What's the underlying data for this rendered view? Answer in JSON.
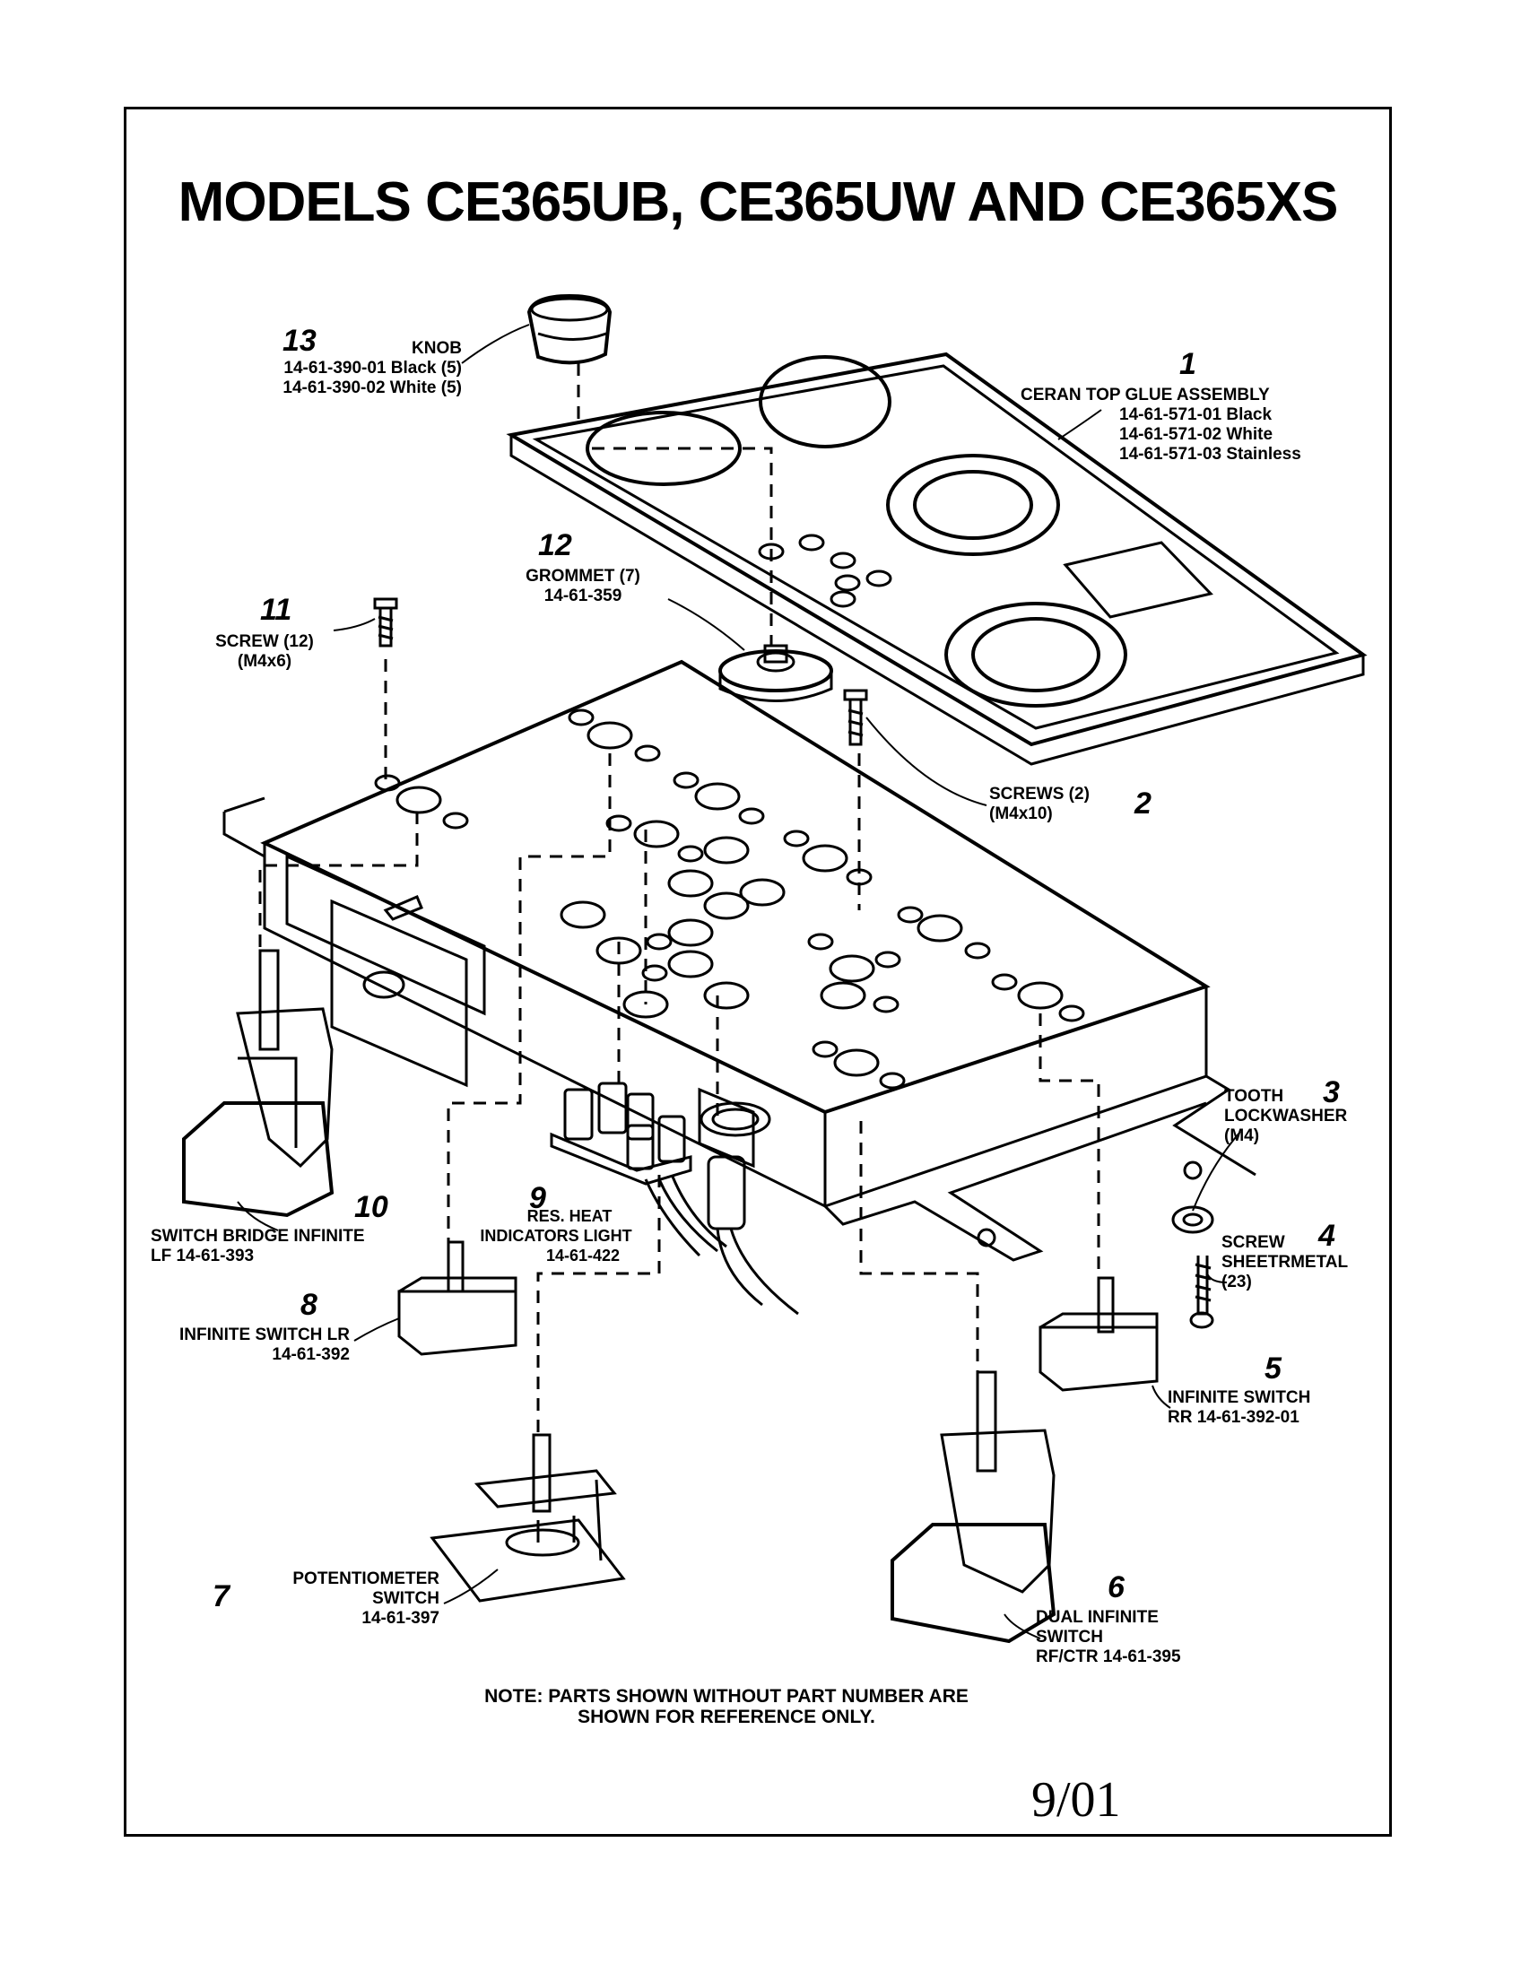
{
  "title": "MODELS CE365UB, CE365UW AND CE365XS",
  "parts": [
    {
      "number": "1",
      "lines": [
        "CERAN TOP GLUE ASSEMBLY",
        "14-61-571-01 Black",
        "14-61-571-02 White",
        "14-61-571-03 Stainless"
      ]
    },
    {
      "number": "2",
      "lines": [
        "SCREWS (2)",
        "(M4x10)"
      ]
    },
    {
      "number": "3",
      "lines": [
        "TOOTH",
        "LOCKWASHER",
        "(M4)"
      ]
    },
    {
      "number": "4",
      "lines": [
        "SCREW",
        "SHEETRMETAL",
        "(23)"
      ]
    },
    {
      "number": "5",
      "lines": [
        "INFINITE SWITCH",
        "RR 14-61-392-01"
      ]
    },
    {
      "number": "6",
      "lines": [
        "DUAL INFINITE",
        "SWITCH",
        "RF/CTR 14-61-395"
      ]
    },
    {
      "number": "7",
      "lines": [
        "POTENTIOMETER",
        "SWITCH",
        "14-61-397"
      ]
    },
    {
      "number": "8",
      "lines": [
        "INFINITE SWITCH LR",
        "14-61-392"
      ]
    },
    {
      "number": "9",
      "lines": [
        "RES. HEAT",
        "INDICATORS LIGHT",
        "14-61-422"
      ]
    },
    {
      "number": "10",
      "lines": [
        "SWITCH BRIDGE INFINITE",
        "LF 14-61-393"
      ]
    },
    {
      "number": "11",
      "lines": [
        "SCREW (12)",
        "(M4x6)"
      ]
    },
    {
      "number": "12",
      "lines": [
        "GROMMET (7)",
        "14-61-359"
      ]
    },
    {
      "number": "13",
      "lines": [
        "KNOB",
        "14-61-390-01 Black (5)",
        "14-61-390-02 White (5)"
      ]
    }
  ],
  "note": "NOTE: PARTS SHOWN WITHOUT PART NUMBER ARE SHOWN FOR REFERENCE ONLY.",
  "date": "9/01"
}
